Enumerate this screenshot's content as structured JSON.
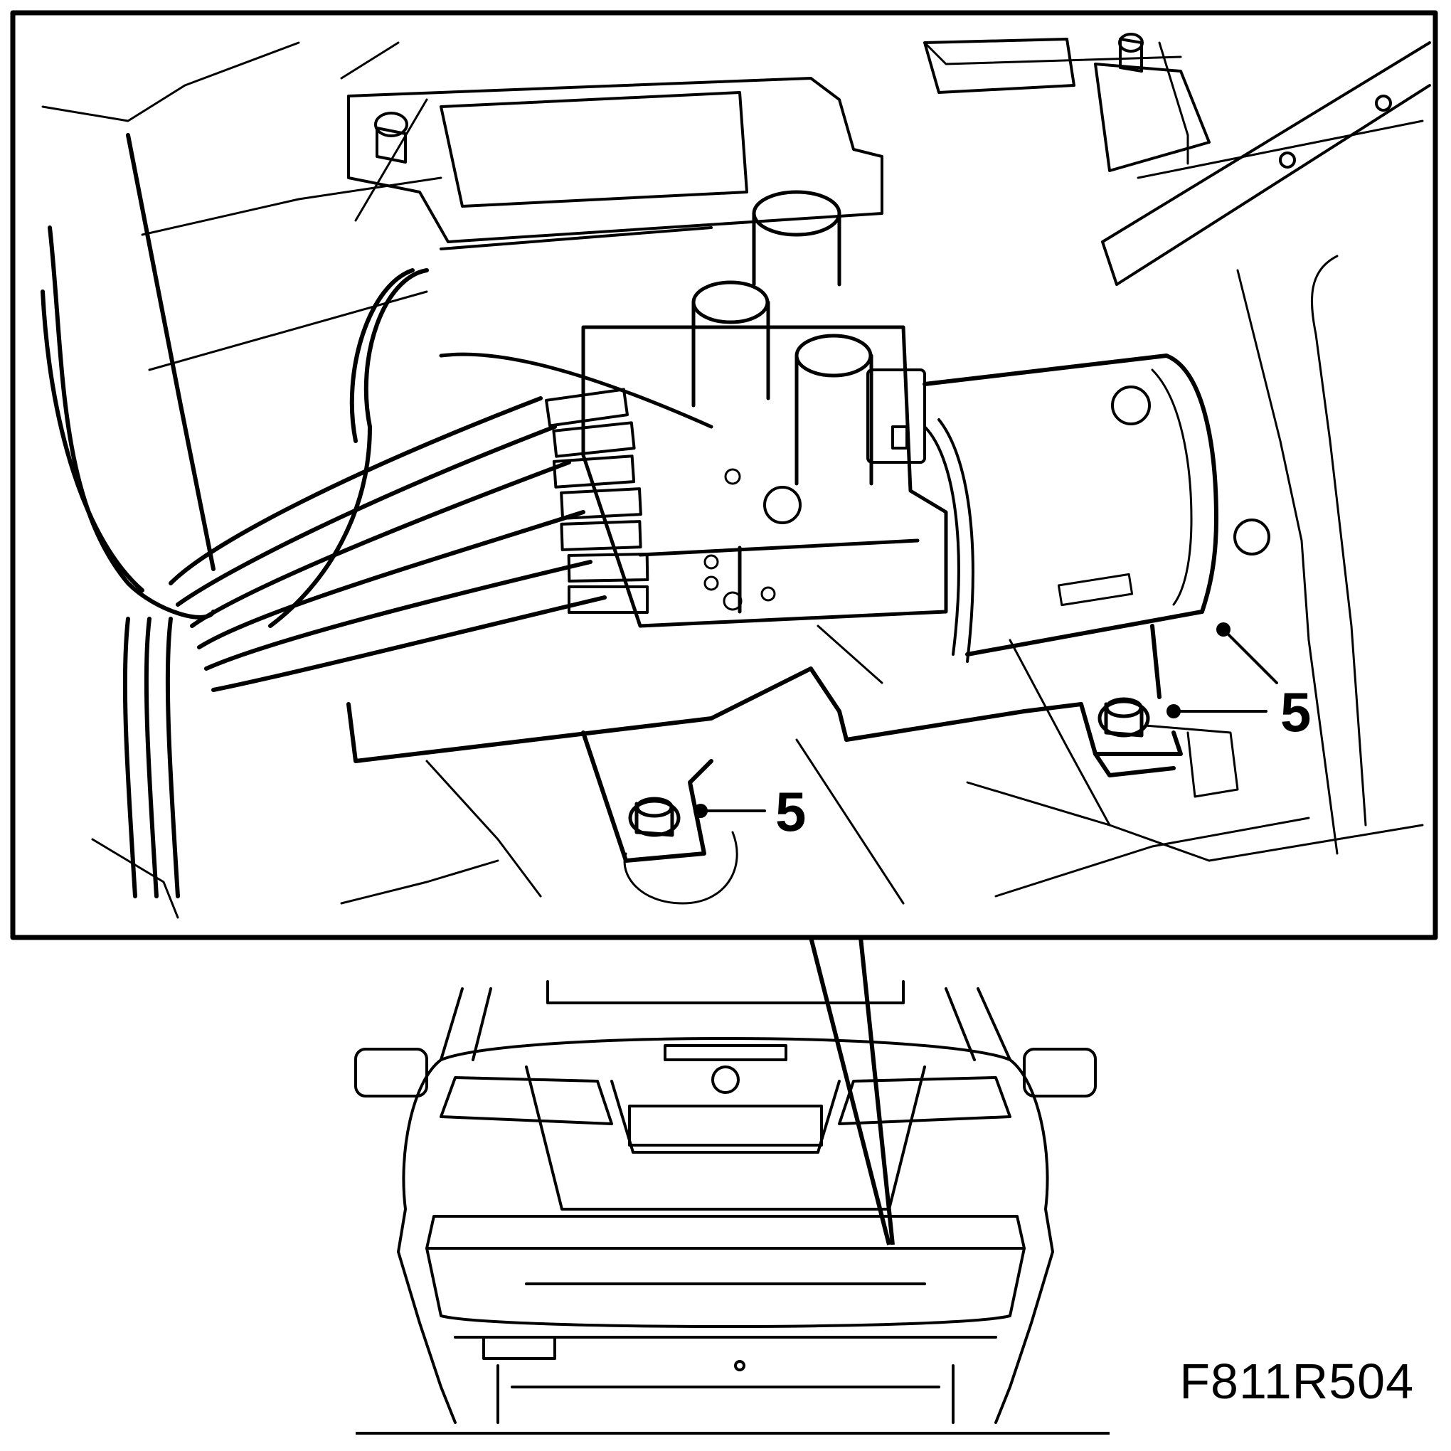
{
  "callouts": [
    {
      "id": "callout-right",
      "label": "5"
    },
    {
      "id": "callout-left",
      "label": "5"
    }
  ],
  "figure_id": "F811R504",
  "colors": {
    "line": "#000000",
    "background": "#ffffff"
  }
}
